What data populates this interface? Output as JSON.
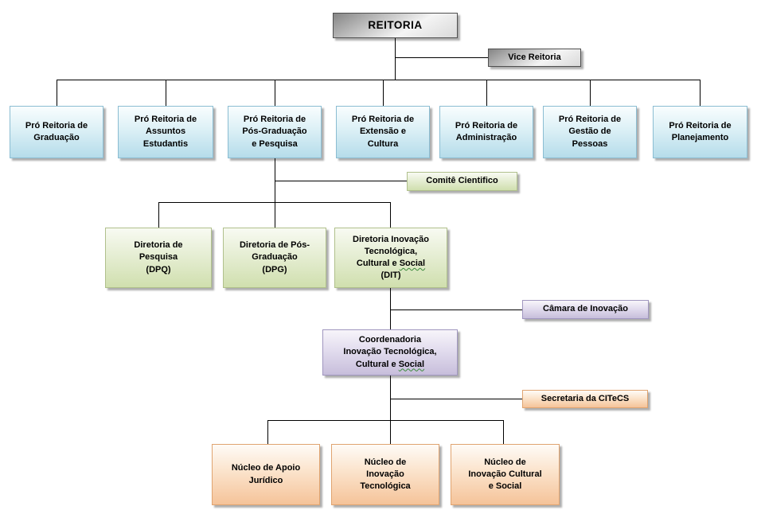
{
  "org_chart": {
    "root": {
      "label": "REITORIA"
    },
    "vice_reitoria": {
      "label": "Vice Reitoria"
    },
    "pro_reitorias": [
      {
        "label": "Pró Reitoria de\nGraduação"
      },
      {
        "label": "Pró Reitoria de\nAssuntos\nEstudantis"
      },
      {
        "label": "Pró Reitoria de\nPós-Graduação\ne Pesquisa"
      },
      {
        "label": "Pró Reitoria de\nExtensão e\nCultura"
      },
      {
        "label": "Pró Reitoria de\nAdministração"
      },
      {
        "label": "Pró Reitoria de\nGestão de\nPessoas"
      },
      {
        "label": "Pró Reitoria de\nPlanejamento"
      }
    ],
    "comite_cientifico": {
      "label": "Comitê Cientifico"
    },
    "diretorias": [
      {
        "label": "Diretoria de\nPesquisa\n(DPQ)"
      },
      {
        "label": "Diretoria de Pós-\nGraduação\n(DPG)"
      },
      {
        "label_pre": "Diretoria Inovação\nTecnológica,\nCultural e ",
        "label_squiggle": "Social",
        "label_post": "\n(DIT)"
      }
    ],
    "camara_inovacao": {
      "label": "Câmara de Inovação"
    },
    "coordenadoria": {
      "label_pre": "Coordenadoria\nInovação Tecnológica,\nCultural e ",
      "label_squiggle": "Social",
      "label_post": ""
    },
    "secretaria_citecs": {
      "label": "Secretaria da CITeCS"
    },
    "nucleos": [
      {
        "label": "Núcleo de Apoio\nJurídico"
      },
      {
        "label": "Núcleo de\nInovação\nTecnológica"
      },
      {
        "label": "Núcleo de\nInovação Cultural\ne Social"
      }
    ],
    "colors": {
      "gray_box_dark": "#858585",
      "gray_box_light": "#f4f4f4",
      "blue_box_top": "#f9fdfe",
      "blue_box_bottom": "#b5dcea",
      "blue_border": "#8bbdd2",
      "green_box_top": "#f8faf2",
      "green_box_bottom": "#d0dfae",
      "green_border": "#b0c08c",
      "purple_box_top": "#f7f5fa",
      "purple_box_bottom": "#c7bedb",
      "purple_border": "#a096bf",
      "orange_box_top": "#fefbf7",
      "orange_box_bottom": "#f5c399",
      "orange_border": "#e0a470",
      "connector_line": "#000000",
      "spellcheck_underline": "#3a8a3a"
    }
  }
}
